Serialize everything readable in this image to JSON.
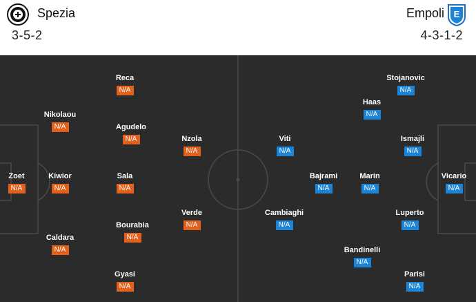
{
  "home_team": {
    "name": "Spezia",
    "formation": "3-5-2",
    "color": "#e0601c",
    "logo_icon": "spezia-crest-icon",
    "players": [
      {
        "name": "Zoet",
        "rating": "N/A"
      },
      {
        "name": "Nikolaou",
        "rating": "N/A"
      },
      {
        "name": "Kiwior",
        "rating": "N/A"
      },
      {
        "name": "Caldara",
        "rating": "N/A"
      },
      {
        "name": "Reca",
        "rating": "N/A"
      },
      {
        "name": "Agudelo",
        "rating": "N/A"
      },
      {
        "name": "Sala",
        "rating": "N/A"
      },
      {
        "name": "Bourabia",
        "rating": "N/A"
      },
      {
        "name": "Gyasi",
        "rating": "N/A"
      },
      {
        "name": "Nzola",
        "rating": "N/A"
      },
      {
        "name": "Verde",
        "rating": "N/A"
      }
    ]
  },
  "away_team": {
    "name": "Empoli",
    "formation": "4-3-1-2",
    "color": "#1c84d6",
    "logo_icon": "empoli-crest-icon",
    "players": [
      {
        "name": "Vicario",
        "rating": "N/A"
      },
      {
        "name": "Stojanovic",
        "rating": "N/A"
      },
      {
        "name": "Ismajli",
        "rating": "N/A"
      },
      {
        "name": "Luperto",
        "rating": "N/A"
      },
      {
        "name": "Parisi",
        "rating": "N/A"
      },
      {
        "name": "Haas",
        "rating": "N/A"
      },
      {
        "name": "Marin",
        "rating": "N/A"
      },
      {
        "name": "Bandinelli",
        "rating": "N/A"
      },
      {
        "name": "Bajrami",
        "rating": "N/A"
      },
      {
        "name": "Viti",
        "rating": "N/A"
      },
      {
        "name": "Cambiaghi",
        "rating": "N/A"
      }
    ]
  }
}
